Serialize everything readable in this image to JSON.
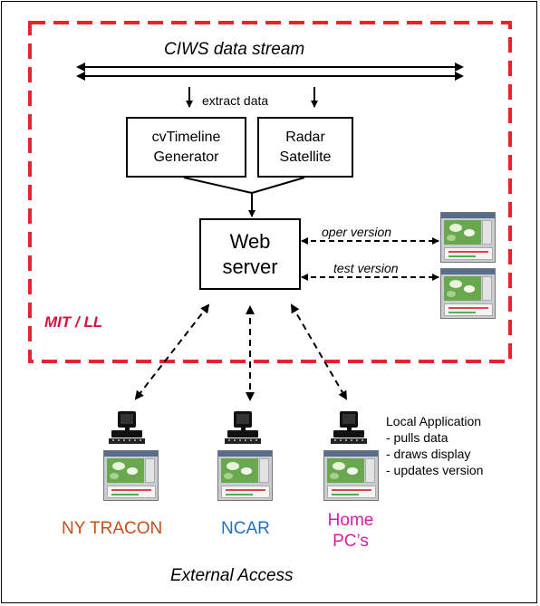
{
  "diagram": {
    "region_label": "MIT / LL",
    "data_stream_label": "CIWS data stream",
    "extract_label": "extract data",
    "generator_box": [
      "cvTimeline",
      "Generator"
    ],
    "radar_box": [
      "Radar",
      "Satellite"
    ],
    "web_server_box": [
      "Web",
      "server"
    ],
    "oper_version_label": "oper version",
    "test_version_label": "test version",
    "local_app": {
      "title": "Local Application",
      "items": [
        "- pulls data",
        "- draws display",
        "- updates version"
      ]
    },
    "clients": [
      {
        "label": "NY TRACON",
        "color": "#c0501a"
      },
      {
        "label": "NCAR",
        "color": "#1f6fc7"
      },
      {
        "label": "Home\nPC’s",
        "color": "#d21fa6"
      }
    ],
    "footer_label": "External Access",
    "colors": {
      "region_border": "#e8232a",
      "region_label": "#d4163f"
    }
  }
}
